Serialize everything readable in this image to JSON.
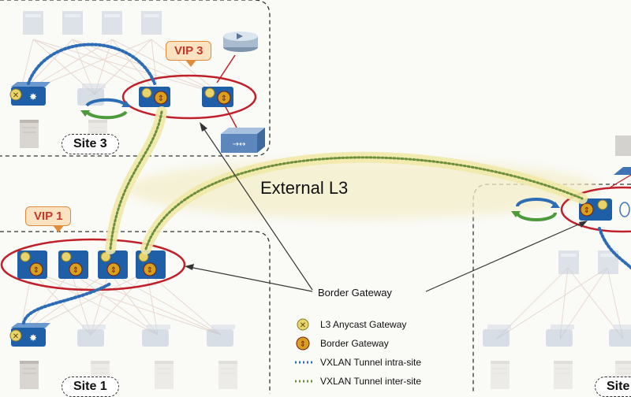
{
  "callouts": {
    "vip3": "VIP 3",
    "vip1": "VIP 1",
    "border_gateway": "Border Gateway"
  },
  "external_label": "External L3",
  "sites": {
    "site3": "Site 3",
    "site1": "Site 1",
    "site2_partial": "Site"
  },
  "legend": [
    {
      "icon": "anycast-gateway-icon",
      "text": "L3 Anycast Gateway"
    },
    {
      "icon": "border-gateway-icon",
      "text": "Border Gateway"
    },
    {
      "icon": "intra-site-tunnel-line",
      "text": "VXLAN Tunnel intra-site"
    },
    {
      "icon": "inter-site-tunnel-line",
      "text": "VXLAN Tunnel inter-site"
    }
  ],
  "colors": {
    "intra_site_tunnel": "#2d6db5",
    "inter_site_tunnel": "#6b8f3a",
    "inter_site_glow": "#f1e9a8",
    "border_gateway_ring": "#c0202a",
    "switch_blue": "#1f5fa8",
    "anycast_yellow": "#e8d46a",
    "vip_callout_bg": "#fbe3c2"
  }
}
